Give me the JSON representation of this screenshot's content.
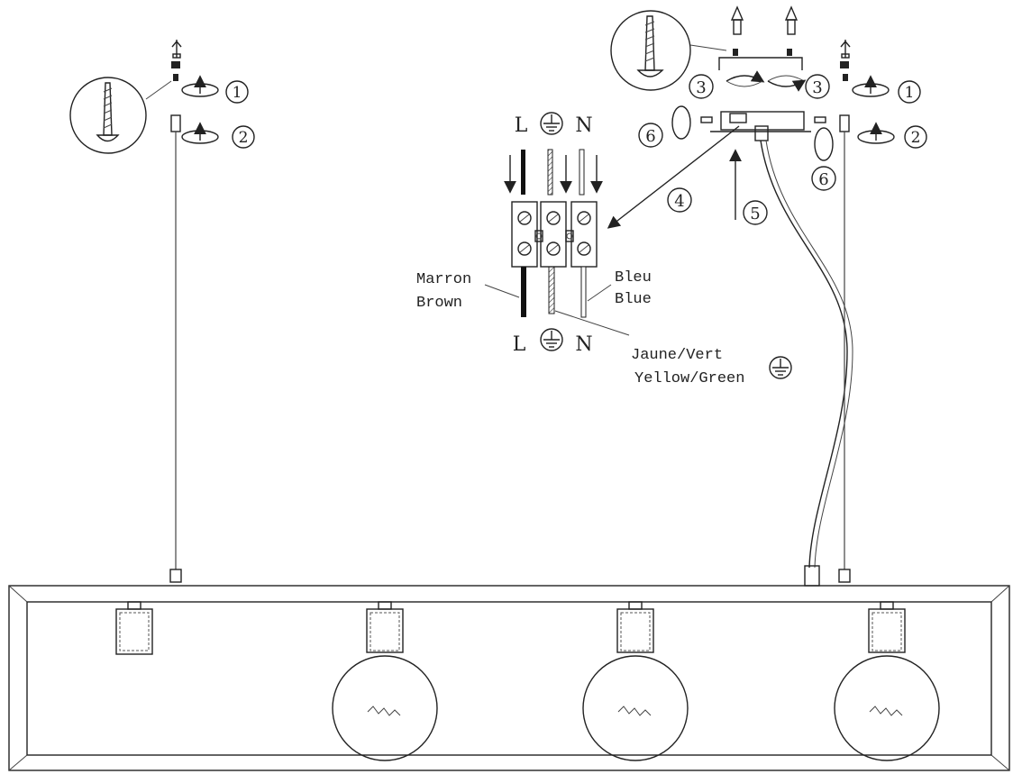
{
  "terminal_top": {
    "l": "L",
    "n": "N"
  },
  "terminal_bottom": {
    "l": "L",
    "n": "N"
  },
  "wire_labels": {
    "brown_fr": "Marron",
    "brown_en": "Brown",
    "blue_fr": "Bleu",
    "blue_en": "Blue",
    "green_fr": "Jaune/Vert",
    "green_en": "Yellow/Green"
  },
  "steps": {
    "s1": "1",
    "s2": "2",
    "s3": "3",
    "s4": "4",
    "s5": "5",
    "s6": "6"
  },
  "icons": [
    "earth-symbol-icon",
    "rotate-arrow-icon",
    "screw-icon",
    "wall-plug-icon",
    "bulb-icon"
  ]
}
